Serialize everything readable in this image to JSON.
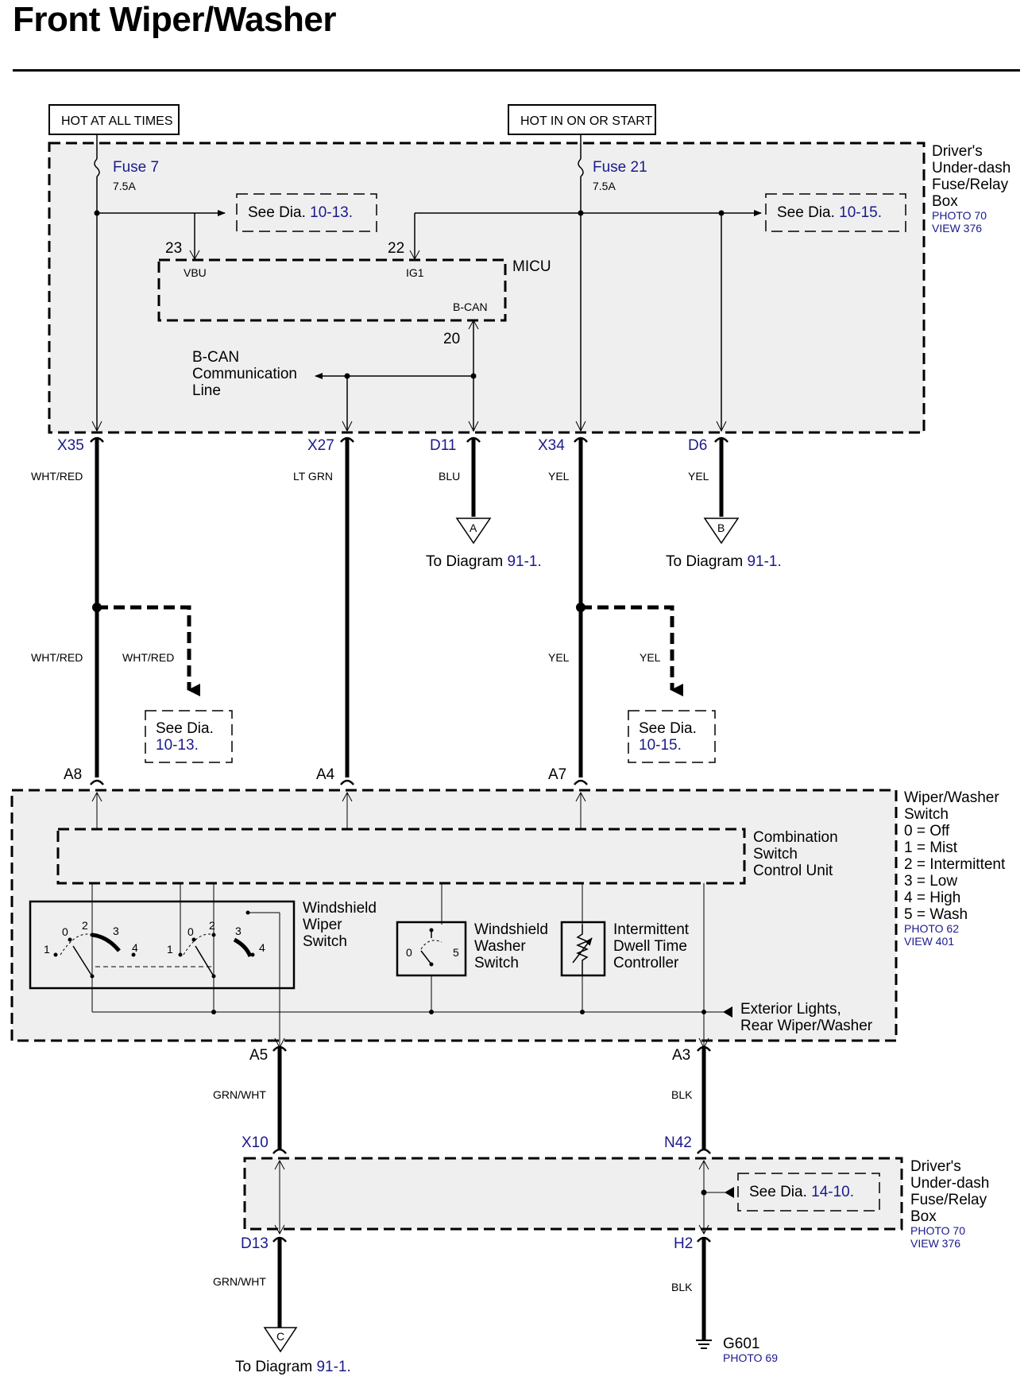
{
  "title": "Front Wiper/Washer",
  "colors": {
    "box_fill": "#efefef",
    "ref_blue": "#1a1a8c",
    "wire": "#000000"
  },
  "power": {
    "left": "HOT AT ALL TIMES",
    "right": "HOT IN ON OR START"
  },
  "fuse_box_top": {
    "label": [
      "Driver's",
      "Under-dash",
      "Fuse/Relay",
      "Box"
    ],
    "photo": "PHOTO 70",
    "view": "VIEW 376",
    "fuse7": {
      "name": "Fuse 7",
      "rating": "7.5A"
    },
    "fuse21": {
      "name": "Fuse 21",
      "rating": "7.5A"
    },
    "see_left": {
      "prefix": "See  Dia.",
      "ref": "10-13."
    },
    "see_right": {
      "prefix": "See  Dia.",
      "ref": "10-15."
    },
    "micu": {
      "name": "MICU",
      "vbu": "VBU",
      "ig1": "IG1",
      "bcan": "B-CAN",
      "pin23": "23",
      "pin22": "22",
      "pin20": "20"
    },
    "bcan_line": [
      "B-CAN",
      "Communication",
      "Line"
    ]
  },
  "connectors_top": {
    "x35": "X35",
    "x27": "X27",
    "d11": "D11",
    "x34": "X34",
    "d6": "D6"
  },
  "wires": {
    "wht_red": "WHT/RED",
    "lt_grn": "LT GRN",
    "blu": "BLU",
    "yel": "YEL",
    "grn_wht": "GRN/WHT",
    "blk": "BLK"
  },
  "offpage": {
    "a": "A",
    "b": "B",
    "c": "C",
    "to_diagram": "To Diagram",
    "ref": "91-1."
  },
  "see_mid_left": {
    "line1": "See  Dia.",
    "line2": "10-13."
  },
  "see_mid_right": {
    "line1": "See  Dia.",
    "line2": "10-15."
  },
  "switch_connectors": {
    "a8": "A8",
    "a4": "A4",
    "a7": "A7",
    "a5": "A5",
    "a3": "A3"
  },
  "switch_box": {
    "label": [
      "Wiper/Washer",
      "Switch"
    ],
    "positions": [
      "0 = Off",
      "1 = Mist",
      "2 = Intermittent",
      "3 = Low",
      "4 = High",
      "5 = Wash"
    ],
    "photo": "PHOTO 62",
    "view": "VIEW 401",
    "control_unit": [
      "Combination",
      "Switch",
      "Control Unit"
    ],
    "wiper_switch": [
      "Windshield",
      "Wiper",
      "Switch"
    ],
    "washer_switch": [
      "Windshield",
      "Washer",
      "Switch"
    ],
    "dwell": [
      "Intermittent",
      "Dwell Time",
      "Controller"
    ],
    "ext_lights": [
      "Exterior Lights,",
      "Rear Wiper/Washer"
    ],
    "pos_labels": {
      "p0": "0",
      "p1": "1",
      "p2": "2",
      "p3": "3",
      "p4": "4",
      "p5": "5"
    }
  },
  "lower_connectors": {
    "x10": "X10",
    "n42": "N42",
    "d13": "D13",
    "h2": "H2"
  },
  "fuse_box_bottom": {
    "label": [
      "Driver's",
      "Under-dash",
      "Fuse/Relay",
      "Box"
    ],
    "photo": "PHOTO 70",
    "view": "VIEW 376",
    "see": {
      "prefix": "See  Dia.",
      "ref": "14-10."
    }
  },
  "ground": {
    "name": "G601",
    "photo": "PHOTO 69"
  }
}
